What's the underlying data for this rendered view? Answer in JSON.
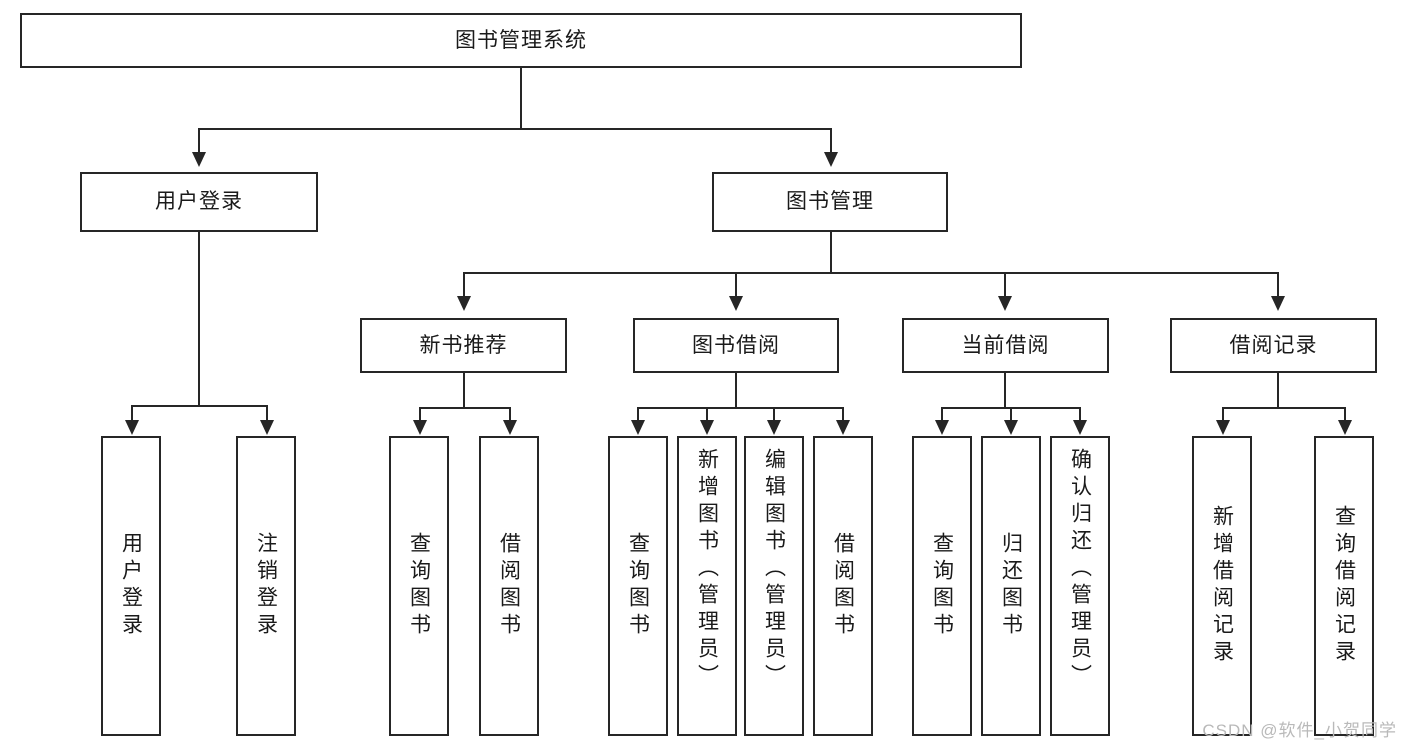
{
  "diagram": {
    "title_node": {
      "label": "图书管理系统"
    },
    "level2": [
      {
        "label": "用户登录"
      },
      {
        "label": "图书管理"
      }
    ],
    "level3": [
      {
        "label": "新书推荐"
      },
      {
        "label": "图书借阅"
      },
      {
        "label": "当前借阅"
      },
      {
        "label": "借阅记录"
      }
    ],
    "leaves": {
      "user_login": [
        {
          "label": "用户登录"
        },
        {
          "label": "注销登录"
        }
      ],
      "new_book_recommend": [
        {
          "label": "查询图书"
        },
        {
          "label": "借阅图书"
        }
      ],
      "book_borrow": [
        {
          "label": "查询图书"
        },
        {
          "label": "新增图书（管理员）"
        },
        {
          "label": "编辑图书（管理员）"
        },
        {
          "label": "借阅图书"
        }
      ],
      "current_borrow": [
        {
          "label": "查询图书"
        },
        {
          "label": "归还图书"
        },
        {
          "label": "确认归还（管理员）"
        }
      ],
      "borrow_record": [
        {
          "label": "新增借阅记录"
        },
        {
          "label": "查询借阅记录"
        }
      ]
    }
  },
  "watermark": {
    "text": "CSDN @软件_小贺同学"
  },
  "colors": {
    "stroke": "#262626",
    "text": "#1a1a1a",
    "background": "#ffffff",
    "watermark": "#b9b9b9"
  }
}
